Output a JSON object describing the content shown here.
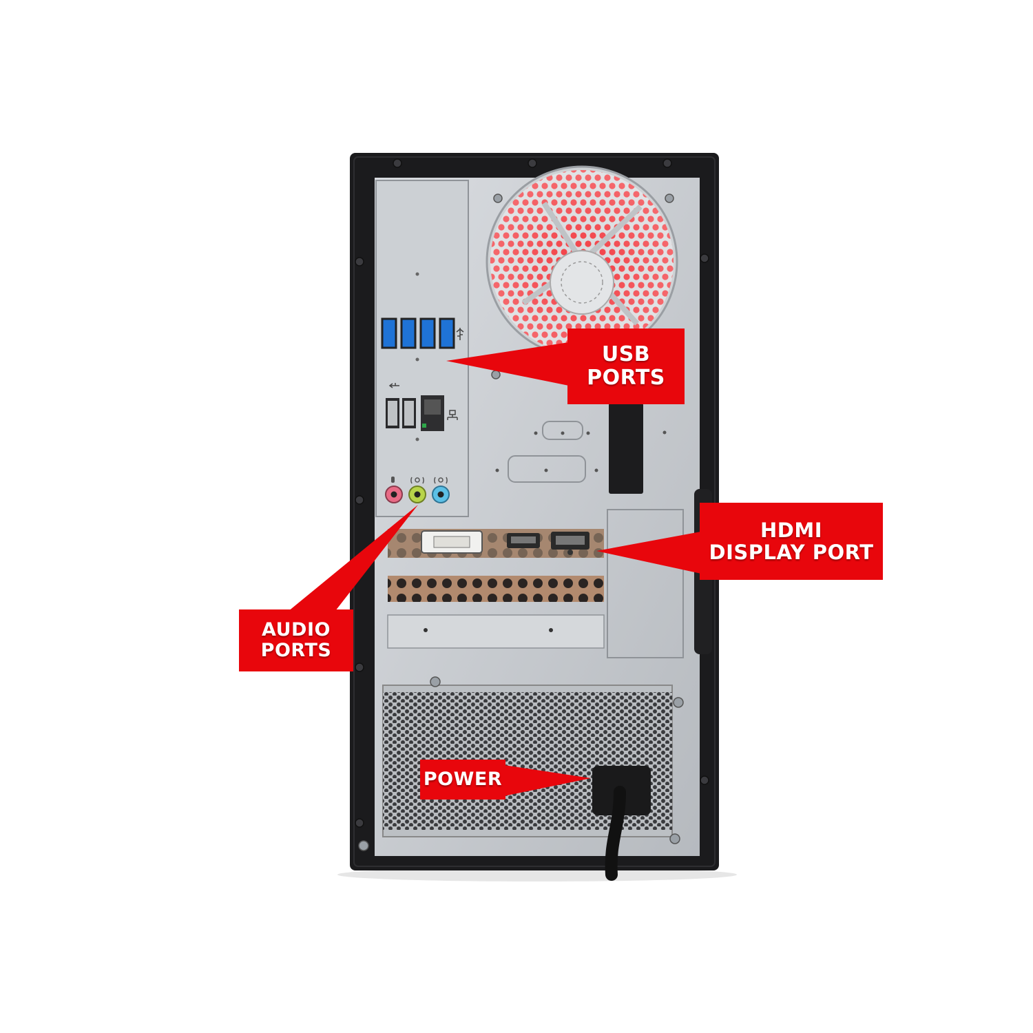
{
  "callouts": {
    "usb": {
      "line1": "USB",
      "line2": "PORTS"
    },
    "hdmi": {
      "line1": "HDMI",
      "line2": "DISPLAY PORT"
    },
    "audio": {
      "line1": "AUDIO",
      "line2": "PORTS"
    },
    "power": {
      "line1": "POWER"
    }
  },
  "colors": {
    "callout_red": "#e8060c",
    "case_black": "#1b1b1d",
    "panel_silver": "#c6c9ce",
    "fan_glow": "#f0333a",
    "usb3_blue": "#1f73d6",
    "audio_pink": "#e86b86",
    "audio_green": "#b8d44a",
    "audio_blue": "#5cc0e6"
  },
  "icons": [
    "usb-icon",
    "ethernet-icon",
    "microphone-icon",
    "line-out-icon",
    "line-in-icon",
    "power-plug-icon"
  ]
}
